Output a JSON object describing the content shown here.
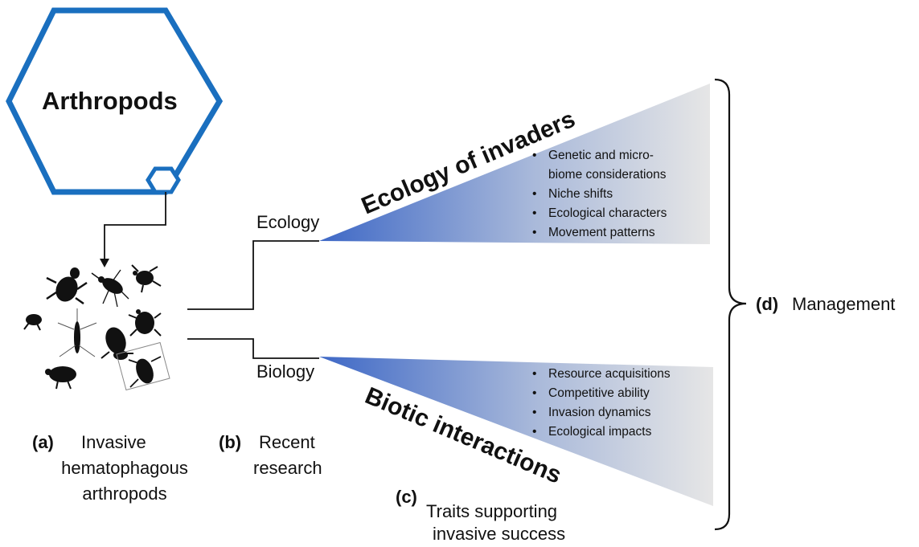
{
  "hexagon": {
    "title": "Arthropods"
  },
  "branches": {
    "ecology": "Ecology",
    "biology": "Biology"
  },
  "fans": {
    "ecology": {
      "heading": "Ecology of invaders",
      "items": [
        {
          "line1": "Genetic and micro-",
          "line2": "biome considerations"
        },
        {
          "line1": "Niche shifts"
        },
        {
          "line1": "Ecological characters"
        },
        {
          "line1": "Movement patterns"
        }
      ]
    },
    "biotic": {
      "heading": "Biotic interactions",
      "items": [
        {
          "line1": "Resource acquisitions"
        },
        {
          "line1": "Competitive ability"
        },
        {
          "line1": "Invasion dynamics"
        },
        {
          "line1": "Ecological impacts"
        }
      ]
    }
  },
  "captions": {
    "a": {
      "tag": "(a)",
      "line1": "Invasive",
      "line2": "hematophagous",
      "line3": "arthropods"
    },
    "b": {
      "tag": "(b)",
      "line1": "Recent",
      "line2": "research"
    },
    "c": {
      "tag": "(c)",
      "line1": "Traits supporting",
      "line2": "invasive success"
    },
    "d": {
      "tag": "(d)",
      "line1": "Management"
    }
  },
  "colors": {
    "hexagon_stroke": "#1a6fbf",
    "fan_start": "#3e68c6",
    "fan_end": "#e6e6e6",
    "line": "#111111"
  }
}
